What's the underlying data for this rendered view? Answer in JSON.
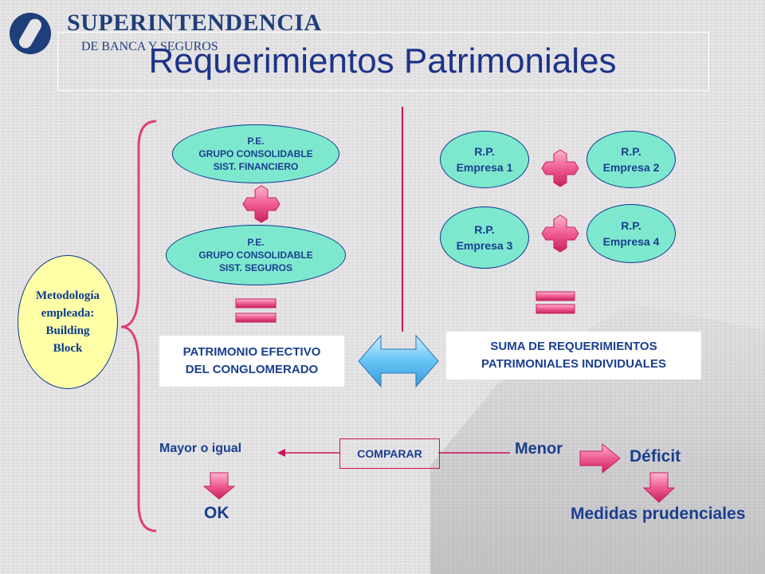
{
  "logo": {
    "line1": "SUPERINTENDENCIA",
    "line2": "DE BANCA Y SEGUROS"
  },
  "title": "Requerimientos Patrimoniales",
  "methodology": {
    "line1": "Metodología",
    "line2": "empleada:",
    "line3": "Building",
    "line4": "Block"
  },
  "pe_financiero": {
    "line1": "P.E.",
    "line2": "GRUPO CONSOLIDABLE",
    "line3": "SIST. FINANCIERO"
  },
  "pe_seguros": {
    "line1": "P.E.",
    "line2": "GRUPO CONSOLIDABLE",
    "line3": "SIST. SEGUROS"
  },
  "rp": [
    {
      "line1": "R.P.",
      "line2": "Empresa 1"
    },
    {
      "line1": "R.P.",
      "line2": "Empresa 2"
    },
    {
      "line1": "R.P.",
      "line2": "Empresa 3"
    },
    {
      "line1": "R.P.",
      "line2": "Empresa 4"
    }
  ],
  "patrimonio": {
    "line1": "PATRIMONIO EFECTIVO",
    "line2": "DEL CONGLOMERADO"
  },
  "suma": {
    "line1": "SUMA DE REQUERIMIENTOS",
    "line2": "PATRIMONIALES INDIVIDUALES"
  },
  "comparar": "COMPARAR",
  "mayor": "Mayor o igual",
  "menor": "Menor",
  "ok": "OK",
  "deficit": "Déficit",
  "medidas": "Medidas prudenciales",
  "colors": {
    "title": "#1c3389",
    "ellipse": "#7ee8cf",
    "yellow": "#ffffa8",
    "pink": "#e0407a",
    "arrow_blue": "#66ccff"
  },
  "icons": {
    "plus": "plus-icon",
    "equals": "equals-icon",
    "double_arrow": "double-arrow-icon",
    "down_arrow": "down-arrow-icon",
    "right_arrow": "right-arrow-icon",
    "brace": "left-brace-icon"
  }
}
